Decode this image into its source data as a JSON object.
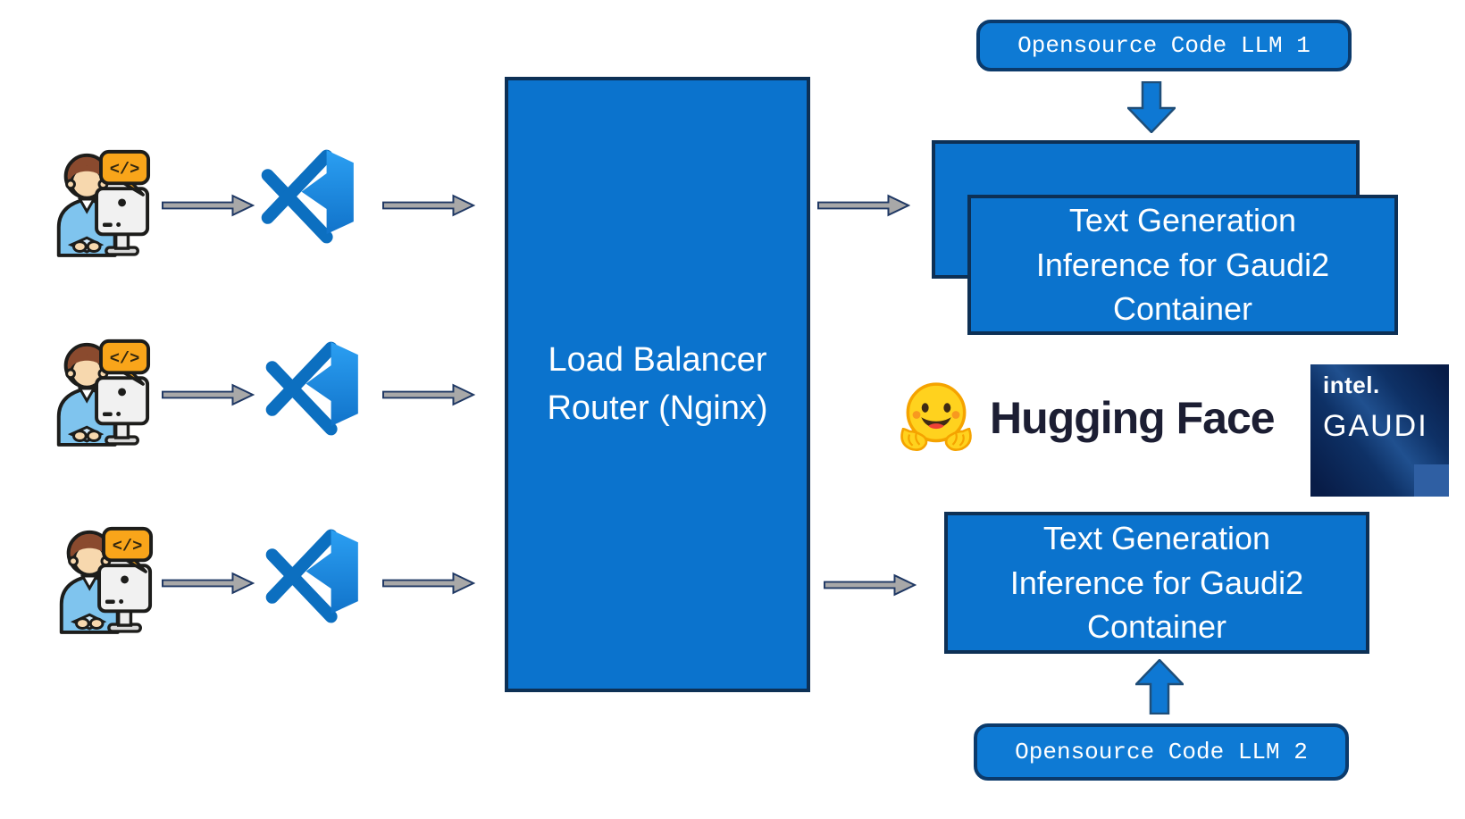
{
  "title": "Load balanced code LLM serving diagram",
  "colors": {
    "node_fill": "#0b73cd",
    "node_border": "#0d3055",
    "pill_fill": "#0e7ad4",
    "pill_border": "#0b3a6b",
    "block_arrow_fill": "#0e78d3",
    "block_arrow_border": "#1f4e79",
    "connector_fill": "#a8a8a8",
    "connector_border": "#1f3864",
    "text_on_blue": "#ffffff",
    "hf_wordmark": "#1c1e33",
    "gaudi_tile_light": "#2f5fa3"
  },
  "icons": {
    "developer": "developer-at-computer-icon",
    "vscode": "vscode-icon",
    "hugging_face_emoji": "hugging-face-emoji-icon",
    "right_arrow": "right-arrow-icon",
    "down_arrow": "down-block-arrow-icon",
    "up_arrow": "up-block-arrow-icon",
    "code_bubble_label": "</>"
  },
  "nodes": {
    "load_balancer": {
      "lines": [
        "Load Balancer",
        "Router (Nginx)"
      ]
    },
    "opensource_llm_1": {
      "label": "Opensource Code LLM 1"
    },
    "opensource_llm_2": {
      "label": "Opensource Code LLM 2"
    },
    "tgi_container_top": {
      "lines": [
        "Text Generation",
        "Inference for Gaudi2",
        "Container"
      ]
    },
    "tgi_container_bottom": {
      "lines": [
        "Text Generation",
        "Inference for Gaudi2",
        "Container"
      ]
    },
    "hugging_face": {
      "wordmark": "Hugging Face"
    },
    "intel_gaudi": {
      "brand": "intel.",
      "product": "GAUDI"
    }
  }
}
